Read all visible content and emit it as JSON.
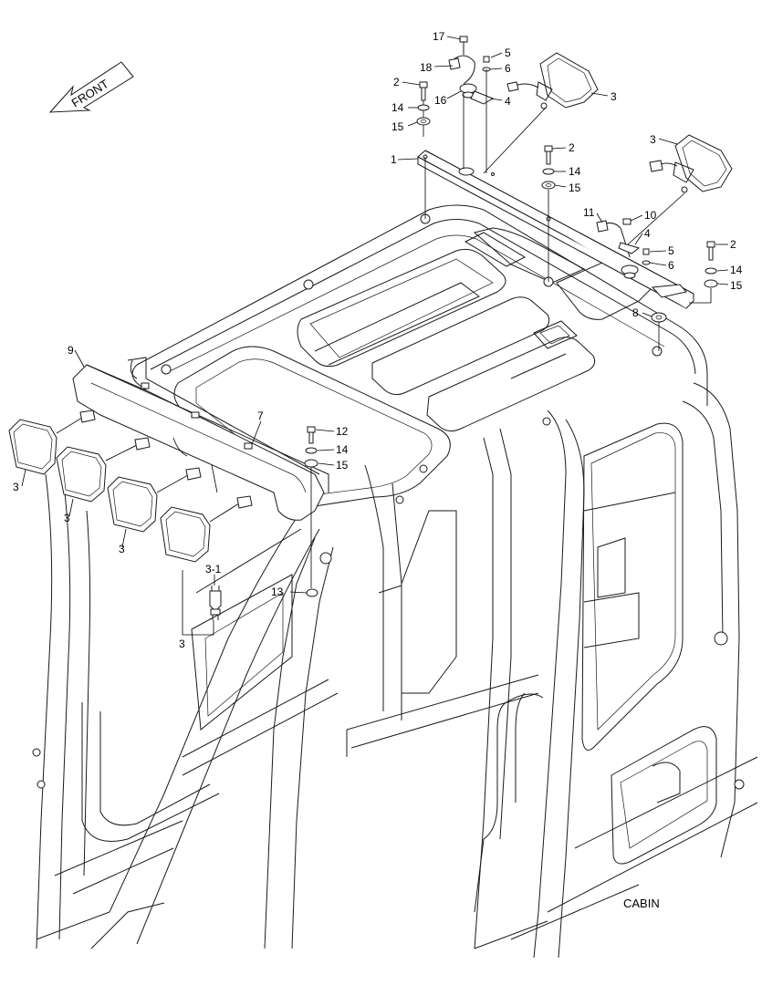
{
  "diagram": {
    "front_label": "FRONT",
    "section_label": "CABIN",
    "callouts": [
      {
        "id": "c17",
        "text": "17"
      },
      {
        "id": "c18",
        "text": "18"
      },
      {
        "id": "c16",
        "text": "16"
      },
      {
        "id": "c5a",
        "text": "5"
      },
      {
        "id": "c6a",
        "text": "6"
      },
      {
        "id": "c4a",
        "text": "4"
      },
      {
        "id": "c3a",
        "text": "3"
      },
      {
        "id": "c2a",
        "text": "2"
      },
      {
        "id": "c14a",
        "text": "14"
      },
      {
        "id": "c15a",
        "text": "15"
      },
      {
        "id": "c1",
        "text": "1"
      },
      {
        "id": "c2b",
        "text": "2"
      },
      {
        "id": "c14b",
        "text": "14"
      },
      {
        "id": "c15b",
        "text": "15"
      },
      {
        "id": "c3b",
        "text": "3"
      },
      {
        "id": "c11",
        "text": "11"
      },
      {
        "id": "c10",
        "text": "10"
      },
      {
        "id": "c4b",
        "text": "4"
      },
      {
        "id": "c5b",
        "text": "5"
      },
      {
        "id": "c6b",
        "text": "6"
      },
      {
        "id": "c2c",
        "text": "2"
      },
      {
        "id": "c14c",
        "text": "14"
      },
      {
        "id": "c15c",
        "text": "15"
      },
      {
        "id": "c8",
        "text": "8"
      },
      {
        "id": "c9",
        "text": "9"
      },
      {
        "id": "c7",
        "text": "7"
      },
      {
        "id": "c12",
        "text": "12"
      },
      {
        "id": "c14d",
        "text": "14"
      },
      {
        "id": "c15d",
        "text": "15"
      },
      {
        "id": "c3c",
        "text": "3"
      },
      {
        "id": "c3d",
        "text": "3"
      },
      {
        "id": "c3e",
        "text": "3"
      },
      {
        "id": "c31",
        "text": "3-1"
      },
      {
        "id": "c13",
        "text": "13"
      },
      {
        "id": "c3f",
        "text": "3"
      }
    ]
  }
}
